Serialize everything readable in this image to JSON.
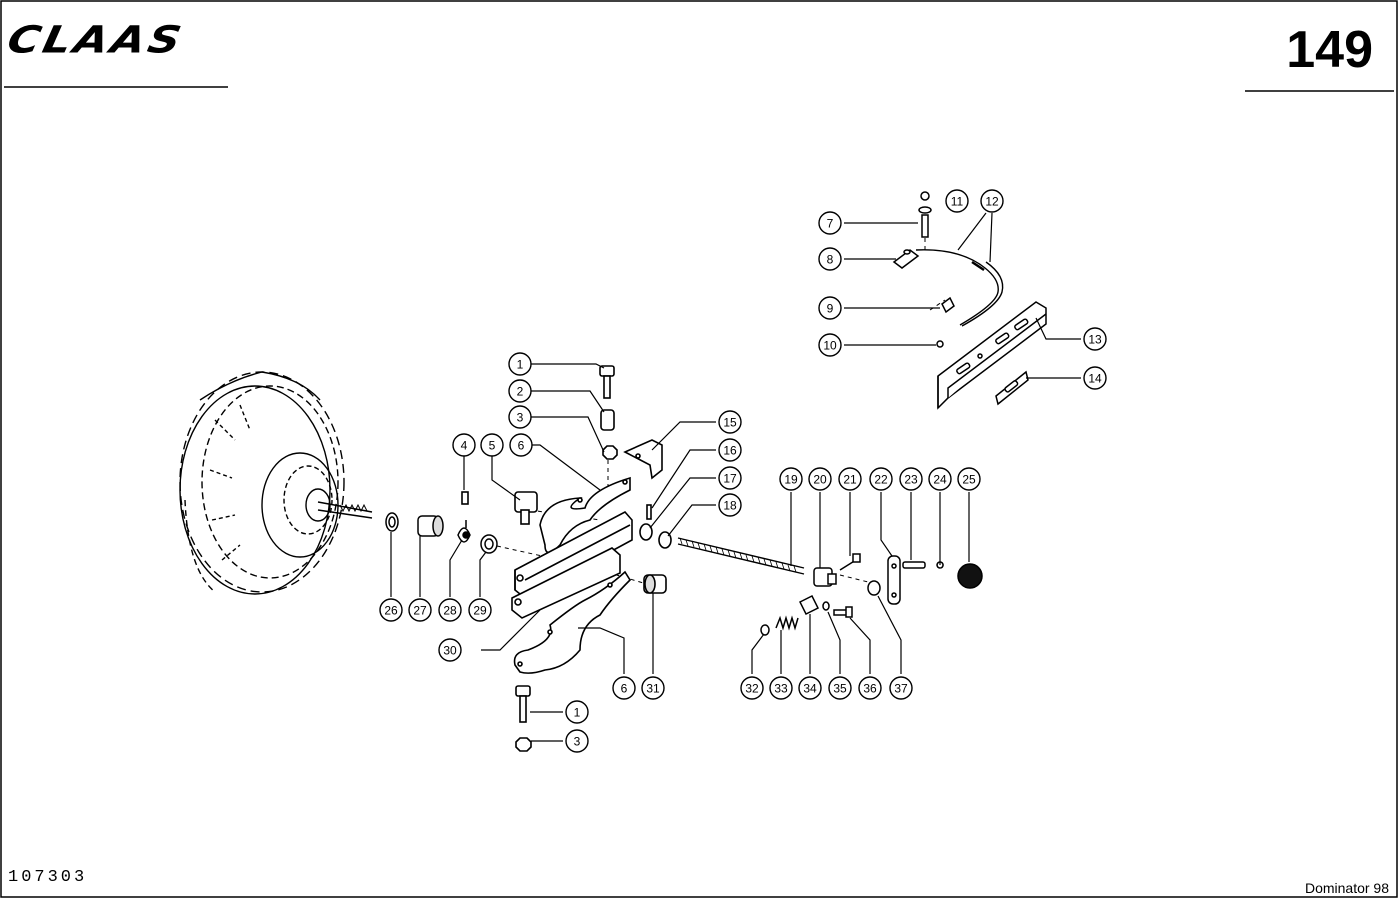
{
  "header": {
    "brand": "CLAAS",
    "page_number": "149"
  },
  "footer": {
    "document_id": "107303",
    "model": "Dominator 98"
  },
  "callouts": [
    {
      "n": "1"
    },
    {
      "n": "2"
    },
    {
      "n": "3"
    },
    {
      "n": "4"
    },
    {
      "n": "5"
    },
    {
      "n": "6"
    },
    {
      "n": "7"
    },
    {
      "n": "8"
    },
    {
      "n": "9"
    },
    {
      "n": "10"
    },
    {
      "n": "11"
    },
    {
      "n": "12"
    },
    {
      "n": "13"
    },
    {
      "n": "14"
    },
    {
      "n": "15"
    },
    {
      "n": "16"
    },
    {
      "n": "17"
    },
    {
      "n": "18"
    },
    {
      "n": "19"
    },
    {
      "n": "20"
    },
    {
      "n": "21"
    },
    {
      "n": "22"
    },
    {
      "n": "23"
    },
    {
      "n": "24"
    },
    {
      "n": "25"
    },
    {
      "n": "26"
    },
    {
      "n": "27"
    },
    {
      "n": "28"
    },
    {
      "n": "29"
    },
    {
      "n": "30"
    },
    {
      "n": "6"
    },
    {
      "n": "31"
    },
    {
      "n": "32"
    },
    {
      "n": "33"
    },
    {
      "n": "34"
    },
    {
      "n": "35"
    },
    {
      "n": "36"
    },
    {
      "n": "37"
    },
    {
      "n": "1"
    },
    {
      "n": "3"
    }
  ]
}
